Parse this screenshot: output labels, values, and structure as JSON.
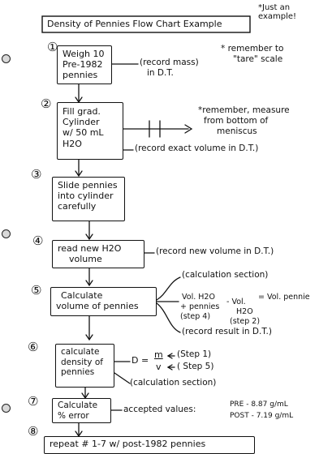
{
  "title": "Density of Pennies Flow Chart Example",
  "title_note": "*Just an example!",
  "steps": [
    {
      "number": "①",
      "lines": [
        "Weigh 10",
        "Pre-1982",
        "pennies"
      ]
    },
    {
      "number": "②",
      "lines": [
        "Fill grad.",
        "Cylinder",
        "w/ 50 mL",
        "H2O"
      ]
    },
    {
      "number": "③",
      "lines": [
        "Slide pennies",
        "into cylinder",
        "carefully"
      ]
    },
    {
      "number": "④",
      "lines": [
        "read new H2O",
        "volume"
      ]
    },
    {
      "number": "⑤",
      "lines": [
        "Calculate",
        "volume of pennies"
      ]
    },
    {
      "number": "⑥",
      "lines": [
        "calculate",
        "density of",
        "pennies"
      ]
    },
    {
      "number": "⑦",
      "lines": [
        "Calculate",
        "% error"
      ]
    },
    {
      "number": "⑧",
      "lines": [
        "repeat # 1-7 w/ post-1982 pennies"
      ]
    }
  ],
  "notes": {
    "s1_record": "(record mass)",
    "s1_record_2": "in D.T.",
    "s1_tare": "* remember to",
    "s1_tare_2": "\"tare\" scale",
    "s2_meniscus": "*remember, measure",
    "s2_meniscus_2": "from bottom of",
    "s2_meniscus_3": "meniscus",
    "s2_record": "(record exact volume in D.T.)",
    "s4_record": "(record new volume in D.T.)",
    "s5_calc_section": "(calculation section)",
    "s5_vol_h2o": "Vol. H2O",
    "s5_plus_pennies": "+ pennies",
    "s5_step4": "(step 4)",
    "s5_minus_vol": "- Vol.",
    "s5_h2o": "H2O",
    "s5_step2": "(step 2)",
    "s5_equals": "= Vol. pennie",
    "s5_record": "(record result in D.T.)",
    "s6_d": "D =",
    "s6_m": "m",
    "s6_v": "v",
    "s6_step1": "(Step 1)",
    "s6_step5": "( Step 5)",
    "s6_calc_section": "(calculation section)",
    "s7_accepted": "accepted values:",
    "s7_pre": "PRE - 8.87 g/mL",
    "s7_post": "POST - 7.19 g/mL"
  }
}
